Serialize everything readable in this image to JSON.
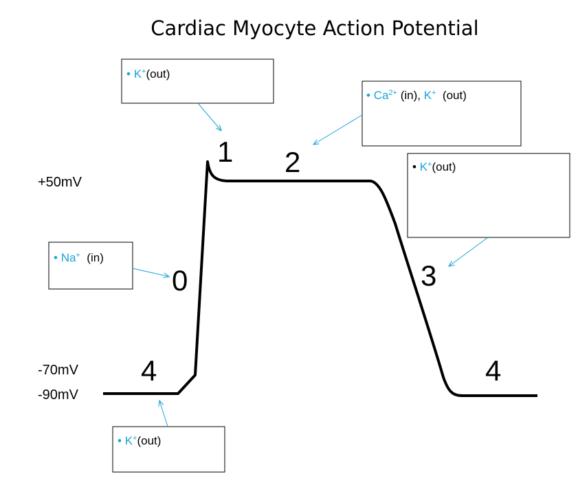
{
  "title": "Cardiac Myocyte Action Potential",
  "voltage_labels": {
    "plus50": "+50mV",
    "minus70": "-70mV",
    "minus90": "-90mV"
  },
  "phases": {
    "p0": "0",
    "p1": "1",
    "p2": "2",
    "p3": "3",
    "p4_left": "4",
    "p4_right": "4"
  },
  "boxes": {
    "phase1": {
      "bullet": "•",
      "ion": "K",
      "sup": "+",
      "rest": "(out)"
    },
    "phase2": {
      "bullet": "•",
      "ion1": "Ca",
      "sup1": "2+",
      "text1": " (in), ",
      "ion2": "K",
      "sup2": "+",
      "text2": "  (out)"
    },
    "phase3": {
      "bullet": "•",
      "ion": "K",
      "sup": "+",
      "rest": "(out)"
    },
    "phase0": {
      "bullet": "•",
      "ion": "Na",
      "sup": "+",
      "rest": "  (in)"
    },
    "phase4": {
      "bullet": "•",
      "ion": "K",
      "sup": "+",
      "rest": "(out)"
    }
  },
  "colors": {
    "ion_blue": "#1aa3d9",
    "curve": "#000000"
  }
}
